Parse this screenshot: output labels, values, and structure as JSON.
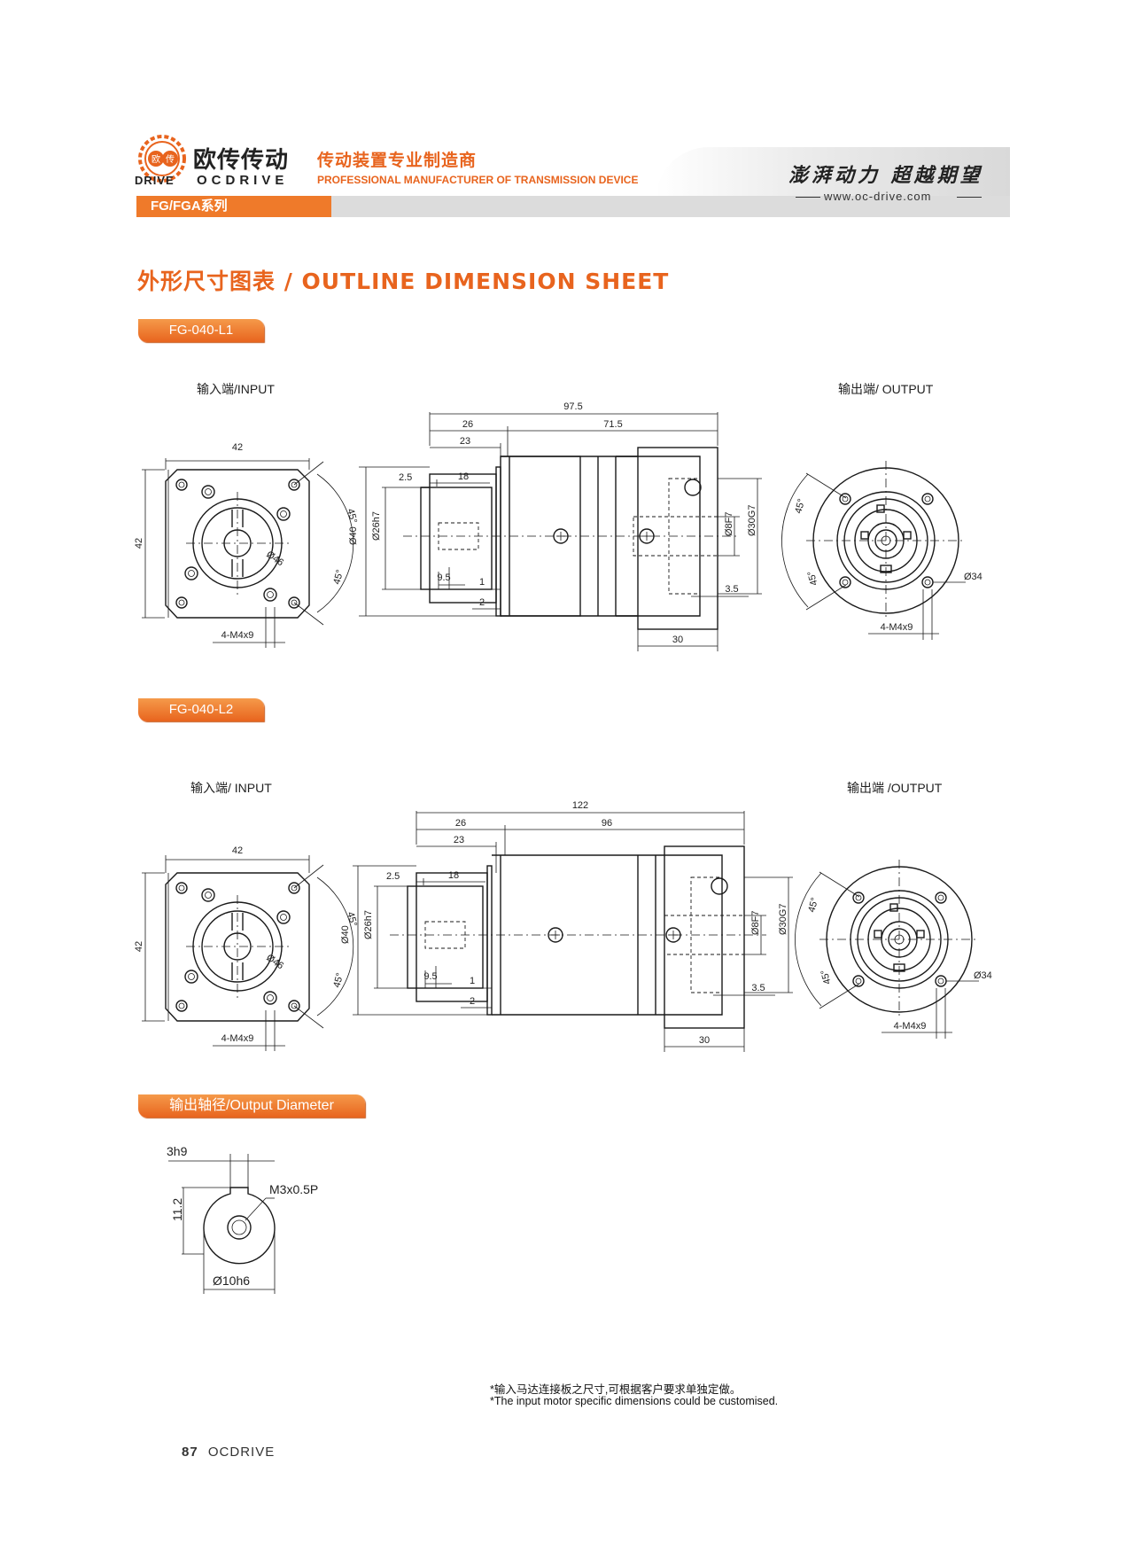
{
  "header": {
    "logo_cn": "欧传传动",
    "logo_mark_cn": "欧",
    "logo_mark_cn2": "传",
    "logo_drive": "DRIVE",
    "logo_en": "OCDRIVE",
    "tagline_cn": "传动装置专业制造商",
    "tagline_en": "PROFESSIONAL MANUFACTURER OF TRANSMISSION DEVICE",
    "series": "FG/FGA系列",
    "slogan": "澎湃动力 超越期望",
    "website": "www.oc-drive.com"
  },
  "section_title": "外形尺寸图表 / OUTLINE DIMENSION SHEET",
  "models": [
    {
      "tag": "FG-040-L1",
      "input_label": "输入端/INPUT",
      "output_label": "输出端/ OUTPUT",
      "dims": {
        "flange_w": "42",
        "flange_h": "42",
        "pcd": "Ø46",
        "angle_a": "45°",
        "angle_b": "45°",
        "thread": "4-M4x9",
        "total": "97.5",
        "front": "26",
        "body": "71.5",
        "pilot": "23",
        "pilot_len": "18",
        "step": "2.5",
        "dia40": "Ø40",
        "dia26": "Ø26h7",
        "len95": "9.5",
        "len1": "1",
        "len2": "2",
        "dia8": "Ø8F7",
        "dia30": "Ø30G7",
        "len35": "3.5",
        "len30": "30",
        "out_a": "45°",
        "out_b": "45°",
        "out_dia": "Ø34",
        "out_thread": "4-M4x9"
      }
    },
    {
      "tag": "FG-040-L2",
      "input_label": "输入端/ INPUT",
      "output_label": "输出端 /OUTPUT",
      "dims": {
        "flange_w": "42",
        "flange_h": "42",
        "pcd": "Ø46",
        "angle_a": "45°",
        "angle_b": "45°",
        "thread": "4-M4x9",
        "total": "122",
        "front": "26",
        "body": "96",
        "pilot": "23",
        "pilot_len": "18",
        "step": "2.5",
        "dia40": "Ø40",
        "dia26": "Ø26h7",
        "len95": "9.5",
        "len1": "1",
        "len2": "2",
        "dia8": "Ø8F7",
        "dia30": "Ø30G7",
        "len35": "3.5",
        "len30": "30",
        "out_a": "45°",
        "out_b": "45°",
        "out_dia": "Ø34",
        "out_thread": "4-M4x9"
      }
    }
  ],
  "output_diameter": {
    "tag": "输出轴径/Output Diameter",
    "key_width": "3h9",
    "thread": "M3x0.5P",
    "height": "11.2",
    "diameter": "Ø10h6"
  },
  "notes": {
    "cn": "*输入马达连接板之尺寸,可根据客户要求单独定做。",
    "en": "*The input motor specific dimensions could be customised."
  },
  "footer": {
    "page_number": "87",
    "brand": "OCDRIVE"
  }
}
